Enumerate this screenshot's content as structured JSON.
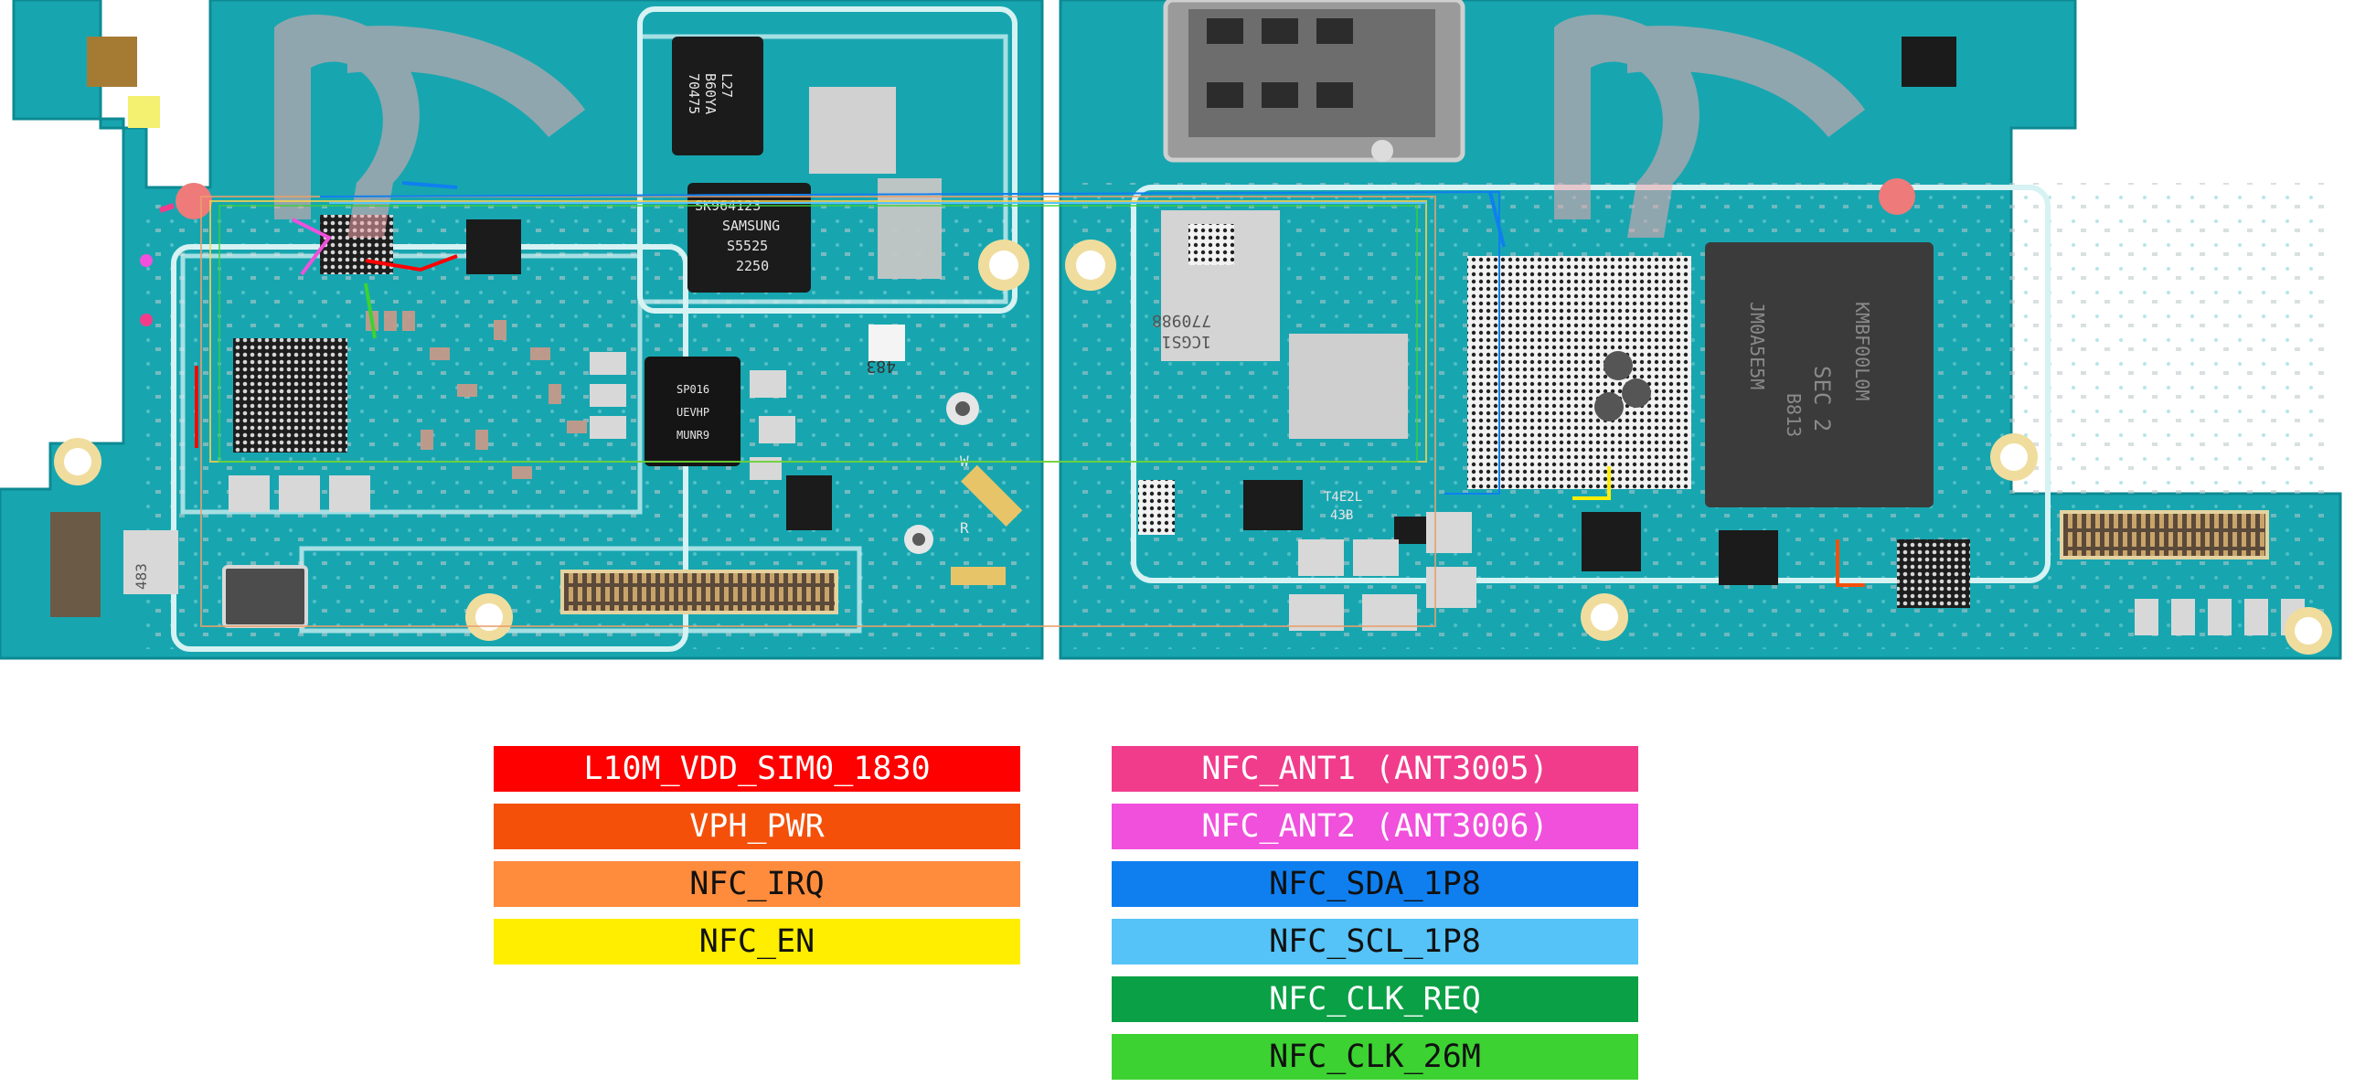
{
  "board": {
    "left_part": {
      "chip_labels": [
        [
          "L27",
          "B60YA",
          "70475"
        ],
        [
          "SK964123",
          "SAMSUNG",
          "S5525",
          "2250"
        ],
        [
          "SP016",
          "UEVHP",
          "MUNR9"
        ],
        [
          "483"
        ]
      ],
      "silk": [
        "W",
        "R",
        "483"
      ]
    },
    "right_part": {
      "chip_labels": [
        [
          "770988",
          "1CGS1"
        ],
        [
          "SEC 2",
          "B813",
          "KMBF00L0M",
          "JM0A5E5M"
        ],
        [
          "T4E2L",
          "43B"
        ]
      ]
    }
  },
  "legend": {
    "left": [
      {
        "label": "L10M_VDD_SIM0_1830",
        "color": "#ff0000",
        "text_color": "#ffffff"
      },
      {
        "label": "VPH_PWR",
        "color": "#f4500a",
        "text_color": "#ffffff"
      },
      {
        "label": "NFC_IRQ",
        "color": "#ff8c3c",
        "text_color": "#111111"
      },
      {
        "label": "NFC_EN",
        "color": "#ffee00",
        "text_color": "#111111"
      }
    ],
    "right": [
      {
        "label": "NFC_ANT1 (ANT3005)",
        "color": "#f13c8c",
        "text_color": "#ffffff"
      },
      {
        "label": "NFC_ANT2 (ANT3006)",
        "color": "#f050dc",
        "text_color": "#ffffff"
      },
      {
        "label": "NFC_SDA_1P8",
        "color": "#0f7ff0",
        "text_color": "#111111"
      },
      {
        "label": "NFC_SCL_1P8",
        "color": "#55c3f7",
        "text_color": "#111111"
      },
      {
        "label": "NFC_CLK_REQ",
        "color": "#0aa046",
        "text_color": "#ffffff"
      },
      {
        "label": "NFC_CLK_26M",
        "color": "#3cd232",
        "text_color": "#111111"
      }
    ]
  }
}
